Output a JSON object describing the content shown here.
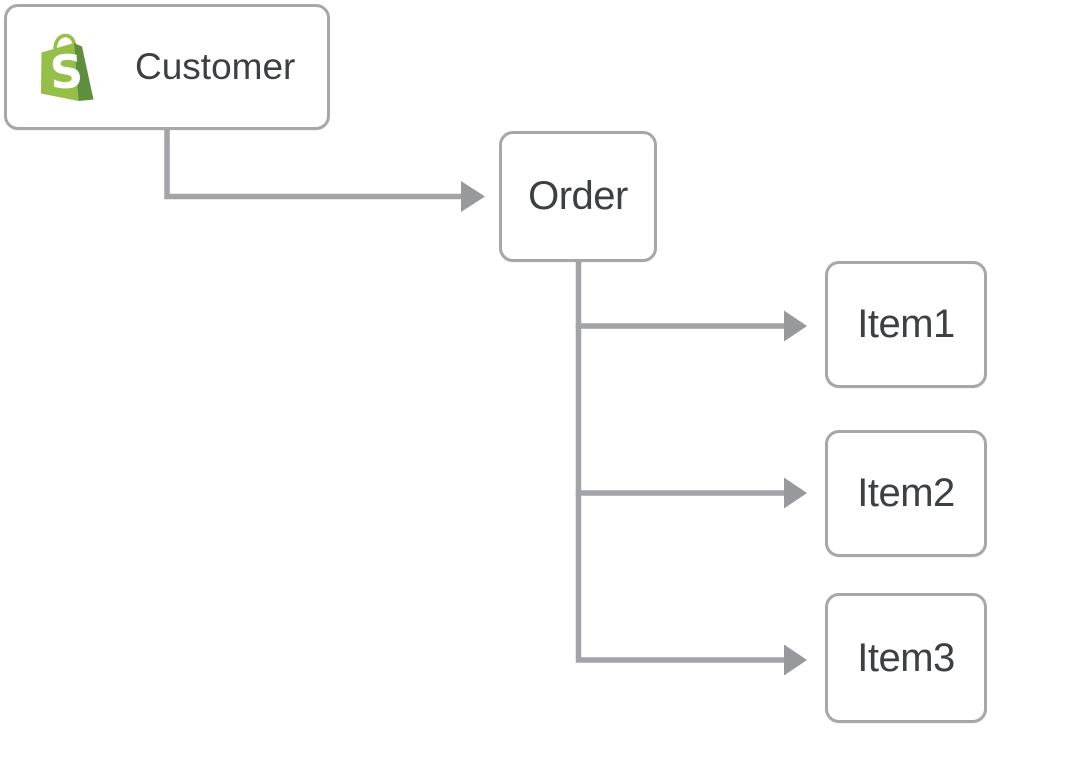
{
  "diagram": {
    "type": "flowchart",
    "nodes": [
      {
        "id": "customer",
        "label": "Customer",
        "icon": "shopify-bag-logo"
      },
      {
        "id": "order",
        "label": "Order"
      },
      {
        "id": "item1",
        "label": "Item1"
      },
      {
        "id": "item2",
        "label": "Item2"
      },
      {
        "id": "item3",
        "label": "Item3"
      }
    ],
    "edges": [
      {
        "from": "customer",
        "to": "order"
      },
      {
        "from": "order",
        "to": "item1"
      },
      {
        "from": "order",
        "to": "item2"
      },
      {
        "from": "order",
        "to": "item3"
      }
    ],
    "logo": {
      "letter": "S"
    },
    "colors": {
      "connector_line": "#a2a4a7",
      "arrowhead": "#97999d",
      "node_border": "#a5a7ab",
      "node_background": "#ffffff",
      "label_text": "#3c4043",
      "shopify_green": "#95bf47",
      "shopify_dark_green": "#5e8e3e",
      "shopify_letter": "#ffffff",
      "page_background": "#ffffff"
    }
  }
}
